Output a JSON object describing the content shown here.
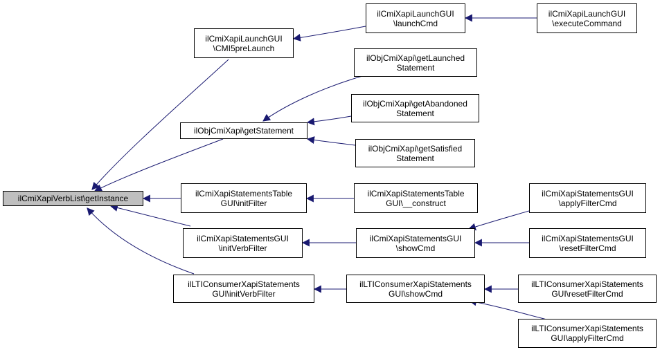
{
  "colors": {
    "edge": "#191970",
    "root_fill": "#bfbfbf",
    "node_fill": "#ffffff",
    "border": "#000000"
  },
  "nodes": {
    "root": [
      "ilCmiXapiVerbList\\getInstance"
    ],
    "cmi5prelaunch": [
      "ilCmiXapiLaunchGUI",
      "\\CMI5preLaunch"
    ],
    "launchcmd": [
      "ilCmiXapiLaunchGUI",
      "\\launchCmd"
    ],
    "executecommand": [
      "ilCmiXapiLaunchGUI",
      "\\executeCommand"
    ],
    "getstatement": [
      "ilObjCmiXapi\\getStatement"
    ],
    "getlaunched": [
      "ilObjCmiXapi\\getLaunched",
      "Statement"
    ],
    "getabandoned": [
      "ilObjCmiXapi\\getAbandoned",
      "Statement"
    ],
    "getsatisfied": [
      "ilObjCmiXapi\\getSatisfied",
      "Statement"
    ],
    "tablegui_initfilter": [
      "ilCmiXapiStatementsTable",
      "GUI\\initFilter"
    ],
    "tablegui_construct": [
      "ilCmiXapiStatementsTable",
      "GUI\\__construct"
    ],
    "stmtgui_initverbfilter": [
      "ilCmiXapiStatementsGUI",
      "\\initVerbFilter"
    ],
    "stmtgui_showcmd": [
      "ilCmiXapiStatementsGUI",
      "\\showCmd"
    ],
    "stmtgui_applyfilter": [
      "ilCmiXapiStatementsGUI",
      "\\applyFilterCmd"
    ],
    "stmtgui_resetfilter": [
      "ilCmiXapiStatementsGUI",
      "\\resetFilterCmd"
    ],
    "lti_initverbfilter": [
      "ilLTIConsumerXapiStatements",
      "GUI\\initVerbFilter"
    ],
    "lti_showcmd": [
      "ilLTIConsumerXapiStatements",
      "GUI\\showCmd"
    ],
    "lti_resetfilter": [
      "ilLTIConsumerXapiStatements",
      "GUI\\resetFilterCmd"
    ],
    "lti_applyfilter": [
      "ilLTIConsumerXapiStatements",
      "GUI\\applyFilterCmd"
    ]
  }
}
